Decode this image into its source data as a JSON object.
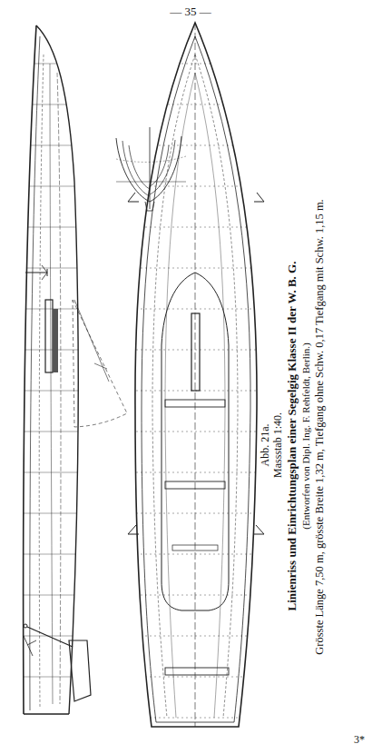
{
  "diagram": {
    "caption": "Linienriss und Einrichtungsplan einer Segelgig Klasse II der W. B. G.",
    "labels": [
      "— 35 —",
      "Abb. 21a.",
      "Massstab 1:40.",
      "(Entworfen von Dipl. Ing. F. Rehfeldt, Berlin.)",
      "Grösste Länge 7,50 m, grösste Breite 1,32 m, Tiefgang ohne Schw. 0,17 Tiefgang mit Schw. 1,15 m.",
      "3*"
    ]
  }
}
